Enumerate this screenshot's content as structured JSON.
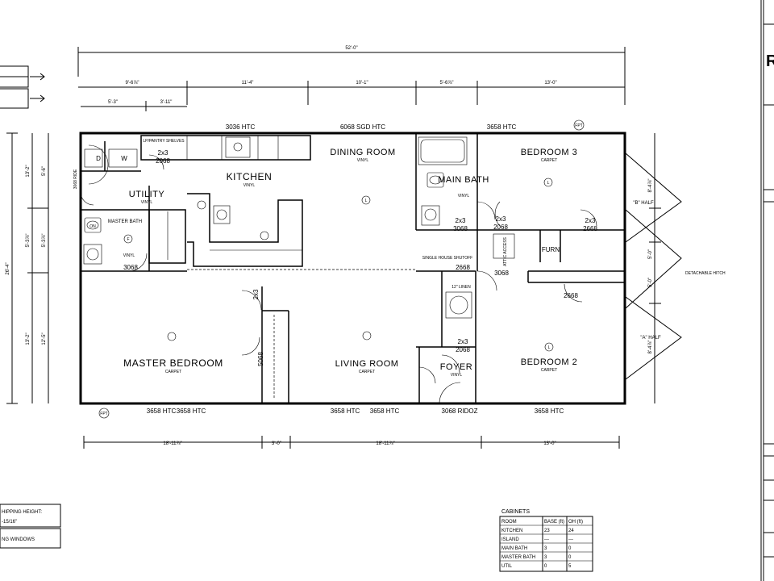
{
  "dimensions": {
    "overall": "52'-0\"",
    "top": [
      "9'-6⅞\"",
      "11'-4\"",
      "10'-1\"",
      "5'-6⅞\"",
      "13'-0\""
    ],
    "top_second": [
      "5'-3\"",
      "3'-11\""
    ],
    "bottom": [
      "18'-11⅞\"",
      "3'-0\"",
      "18'-11⅞\"",
      "13'-0\""
    ],
    "left_overall": "26'-4\"",
    "left": [
      "13'-2\"",
      "5'-3⅞\"",
      "13'-2\""
    ],
    "left_inner": [
      "5'-6\"",
      "12'-5\""
    ],
    "right": [
      "8'-4⅞\"",
      "5'-0\"",
      "5'-0\"",
      "8'-4⅞\""
    ],
    "left_small": "5'-3⅞\""
  },
  "rooms": {
    "kitchen": {
      "name": "KITCHEN",
      "finish": "VINYL"
    },
    "dining": {
      "name": "DINING ROOM",
      "finish": "VINYL"
    },
    "utility": {
      "name": "UTILITY",
      "finish": "VINYL"
    },
    "master_bath": {
      "name": "MASTER BATH",
      "finish": "VINYL"
    },
    "main_bath": {
      "name": "MAIN BATH",
      "finish": "VINYL"
    },
    "bedroom3": {
      "name": "BEDROOM 3",
      "finish": "CARPET"
    },
    "master_bedroom": {
      "name": "MASTER BEDROOM",
      "finish": "CARPET"
    },
    "living": {
      "name": "LIVING ROOM",
      "finish": "CARPET"
    },
    "foyer": {
      "name": "FOYER",
      "finish": "VINYL"
    },
    "bedroom2": {
      "name": "BEDROOM 2",
      "finish": "CARPET"
    }
  },
  "labels": {
    "door_3036_htc": "3036 HTC",
    "door_6068_sgd": "6068 SGD HTC",
    "door_3658_htc": "3658 HTC",
    "door_2068": "2068",
    "door_2x3": "2x3",
    "door_3068": "3068",
    "door_2668": "2668",
    "door_3068_ridoz": "3068 RIDOZ",
    "door_3068_ride": "3068 RIDE",
    "door_5068": "5068",
    "furn": "FURN",
    "attic_access": "ATTIC ACCESS",
    "lpantry": "LP/PANTRY SHELVES",
    "d": "D",
    "w": "W",
    "on": "ON",
    "linen": "12\" LINEN",
    "single_house_shutoff": "SINGLE HOUSE SHUTOFF",
    "detachable_hitch": "DETACHABLE HITCH",
    "b_half": "\"B\" HALF",
    "a_half": "\"A\" HALF",
    "fpt": "FPT",
    "fpt2": "FPT",
    "l": "L",
    "f": "F"
  },
  "legend_left": {
    "shipping_height_label": "HIPPING HEIGHT:",
    "shipping_height_value": "-15/16\"",
    "windows": "NG WINDOWS"
  },
  "cabinets": {
    "title": "CABINETS",
    "headers": [
      "ROOM",
      "BASE (ft)",
      "OH (ft)"
    ],
    "rows": [
      [
        "KITCHEN",
        "23",
        "24"
      ],
      [
        "ISLAND",
        "---",
        "---"
      ],
      [
        "MAIN BATH",
        "3",
        "0"
      ],
      [
        "MASTER BATH",
        "3",
        "0"
      ],
      [
        "UTIL",
        "0",
        "5"
      ]
    ]
  },
  "title_block": {
    "letter": "R"
  }
}
